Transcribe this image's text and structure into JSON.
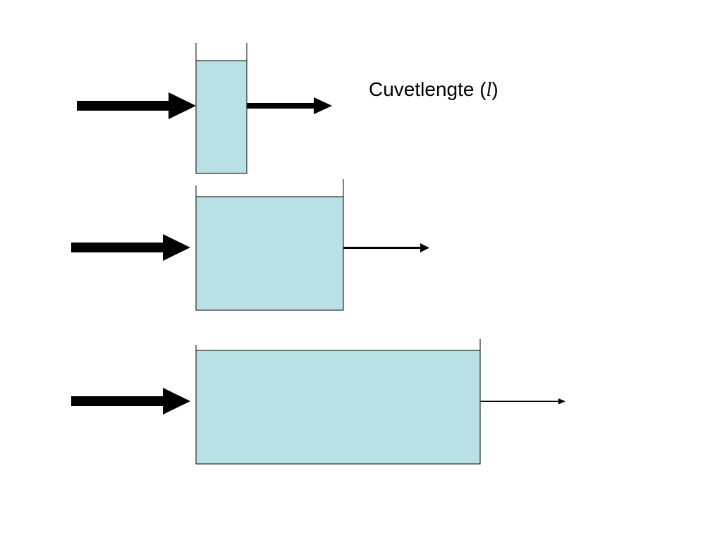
{
  "title": {
    "text": "Cuvetlengte (",
    "variable": "l",
    "close": ")"
  },
  "colors": {
    "liquid": "#b9e0e4",
    "outline": "#000000",
    "background": "#ffffff"
  },
  "diagram": {
    "description_items": [
      {
        "id": "cuvette-short"
      },
      {
        "id": "cuvette-medium"
      },
      {
        "id": "cuvette-long"
      }
    ]
  }
}
